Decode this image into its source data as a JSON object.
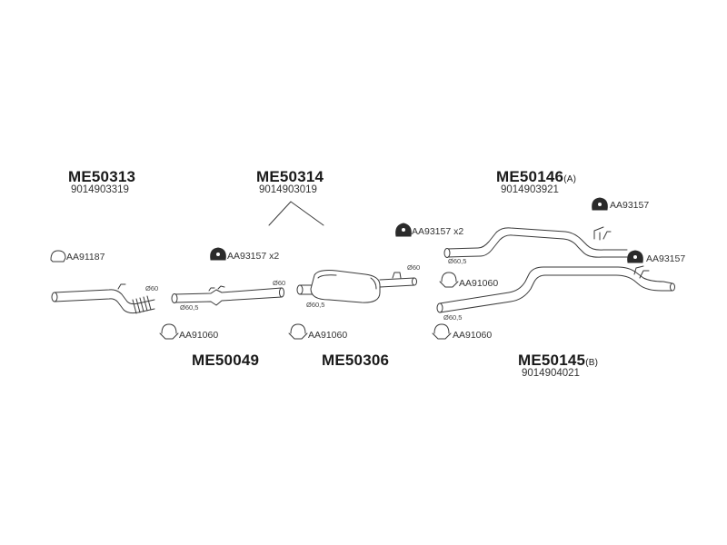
{
  "parts": {
    "me50313": {
      "code": "ME50313",
      "oem": "9014903319"
    },
    "me50314": {
      "code": "ME50314",
      "oem": "9014903019"
    },
    "me50146": {
      "code": "ME50146",
      "suffix": "(A)",
      "oem": "9014903921"
    },
    "me50049": {
      "code": "ME50049"
    },
    "me50306": {
      "code": "ME50306"
    },
    "me50145": {
      "code": "ME50145",
      "suffix": "(B)",
      "oem": "9014904021"
    }
  },
  "accessories": {
    "clamp_aa91187": "AA91187",
    "hanger_aa93157_x2_left": "AA93157 x2",
    "hanger_aa93157_x2_right": "AA93157 x2",
    "hanger_aa93157_top": "AA93157",
    "hanger_aa93157_mid": "AA93157",
    "clamp_aa91060_1": "AA91060",
    "clamp_aa91060_2": "AA91060",
    "clamp_aa91060_3": "AA91060",
    "clamp_aa91060_4": "AA91060"
  },
  "diameters": {
    "d60_a": "Ø60",
    "d60_b": "Ø60",
    "d605_a": "Ø60,5",
    "d60_c": "Ø60",
    "d605_b": "Ø60,5",
    "d605_c": "Ø60,5",
    "d605_d": "Ø60,5"
  },
  "colors": {
    "line": "#3a3a3a",
    "hanger_fill": "#2b2b2b",
    "pipe_fill": "#ffffff"
  }
}
